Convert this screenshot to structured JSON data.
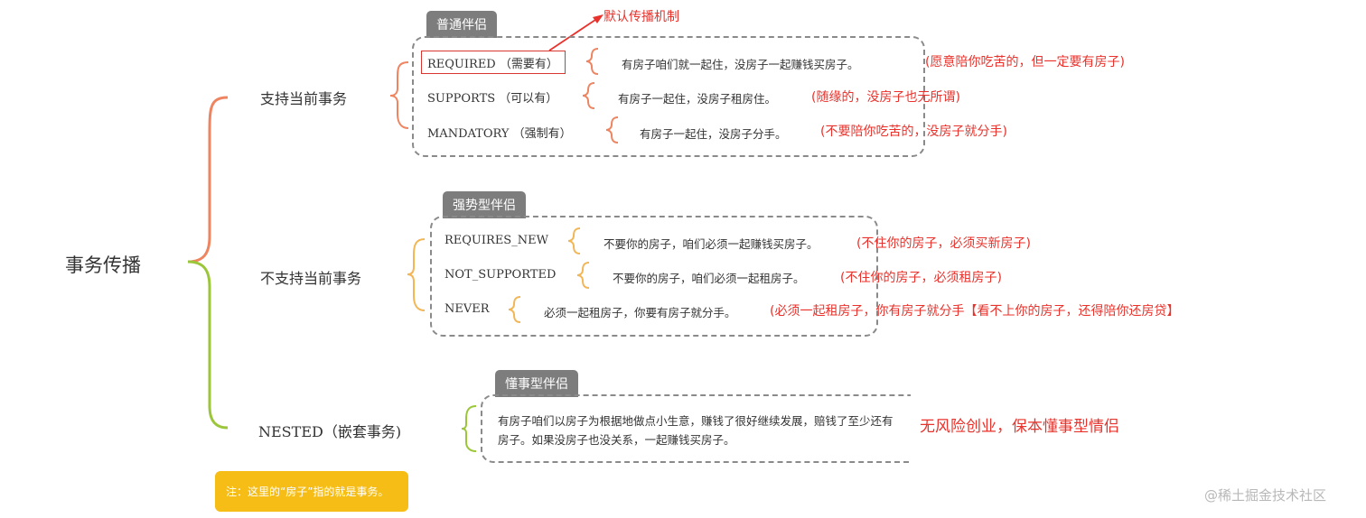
{
  "root": "事务传播",
  "default_note": "默认传播机制",
  "groups": [
    {
      "branch": "支持当前事务",
      "tag": "普通伴侣",
      "items": [
        {
          "name": "REQUIRED （需要有）",
          "desc": "有房子咱们就一起住，没房子一起赚钱买房子。",
          "note": "(愿意陪你吃苦的，但一定要有房子)"
        },
        {
          "name": "SUPPORTS （可以有）",
          "desc": "有房子一起住，没房子租房住。",
          "note": "(随缘的，没房子也无所谓)"
        },
        {
          "name": "MANDATORY （强制有）",
          "desc": "有房子一起住，没房子分手。",
          "note": "(不要陪你吃苦的，没房子就分手)"
        }
      ]
    },
    {
      "branch": "不支持当前事务",
      "tag": "强势型伴侣",
      "items": [
        {
          "name": "REQUIRES_NEW",
          "desc": "不要你的房子，咱们必须一起赚钱买房子。",
          "note": "(不住你的房子，必须买新房子)"
        },
        {
          "name": "NOT_SUPPORTED",
          "desc": "不要你的房子，咱们必须一起租房子。",
          "note": "(不住你的房子，必须租房子)"
        },
        {
          "name": "NEVER",
          "desc": "必须一起租房子，你要有房子就分手。",
          "note": "(必须一起租房子，你有房子就分手【看不上你的房子，还得陪你还房贷】"
        }
      ]
    },
    {
      "branch": "NESTED（嵌套事务)",
      "tag": "懂事型伴侣",
      "paragraph": "有房子咱们以房子为根据地做点小生意，赚钱了很好继续发展，赔钱了至少还有房子。如果没房子也没关系，一起赚钱买房子。",
      "note": "无风险创业，保本懂事型情侣"
    }
  ],
  "footnote": "注：这里的“房子”指的就是事务。",
  "watermark": "@稀土掘金技术社区",
  "colors": {
    "orange": "#ee8460",
    "green": "#9cc63a",
    "yellow_brace": "#f2b655",
    "red": "#e8322b",
    "note_bg": "#f6bd16"
  }
}
